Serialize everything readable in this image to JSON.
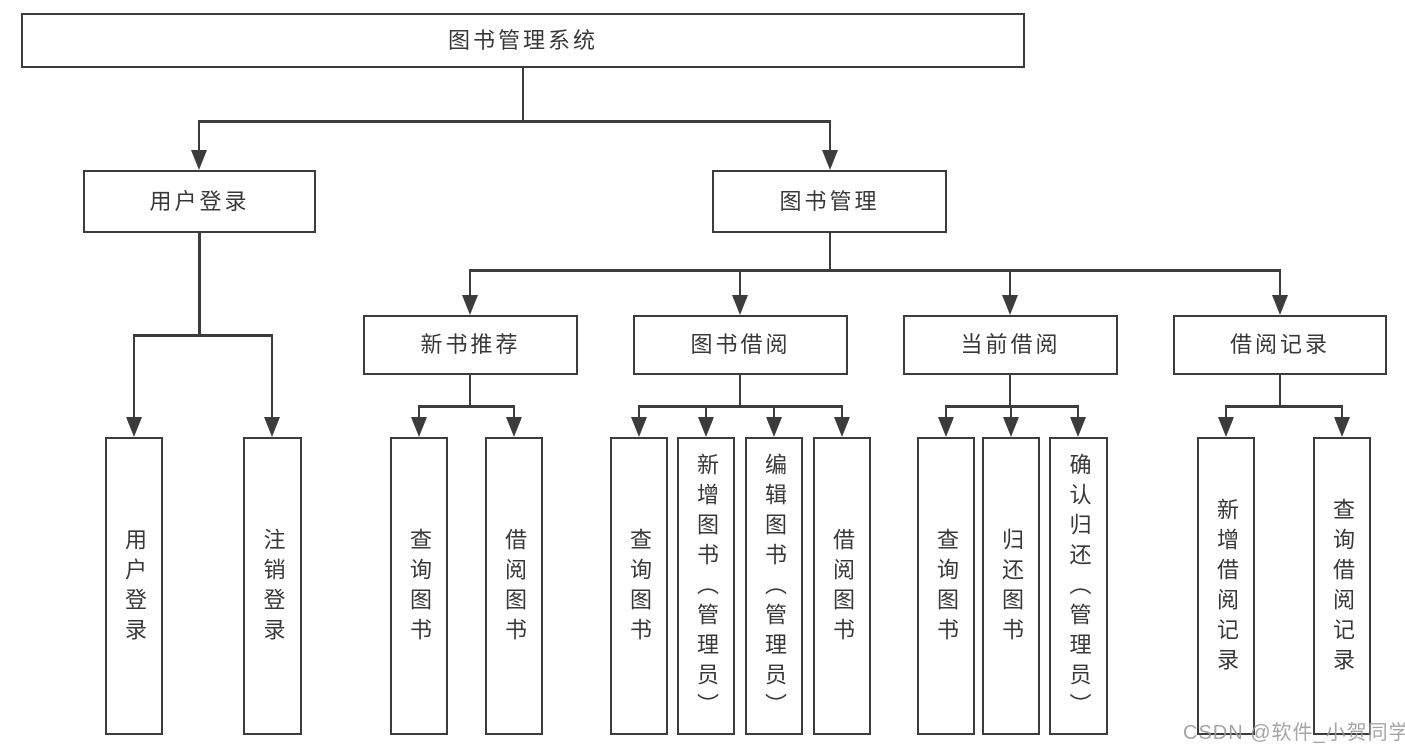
{
  "diagram": {
    "root": "图书管理系统",
    "user_login": {
      "label": "用户登录",
      "children": [
        "用户登录",
        "注销登录"
      ]
    },
    "book_management": {
      "label": "图书管理",
      "sections": {
        "new_book_recommend": {
          "label": "新书推荐",
          "children": [
            "查询图书",
            "借阅图书"
          ]
        },
        "book_borrow": {
          "label": "图书借阅",
          "children": [
            "查询图书",
            "新增图书（管理员）",
            "编辑图书（管理员）",
            "借阅图书"
          ]
        },
        "current_borrow": {
          "label": "当前借阅",
          "children": [
            "查询图书",
            "归还图书",
            "确认归还（管理员）"
          ]
        },
        "borrow_records": {
          "label": "借阅记录",
          "children": [
            "新增借阅记录",
            "查询借阅记录"
          ]
        }
      }
    }
  },
  "colors": {
    "line": "#3c3c3c",
    "text": "#383838",
    "watermark": "#9c9c9c",
    "background": "#ffffff"
  },
  "watermark": "CSDN @软件_小贺同学"
}
